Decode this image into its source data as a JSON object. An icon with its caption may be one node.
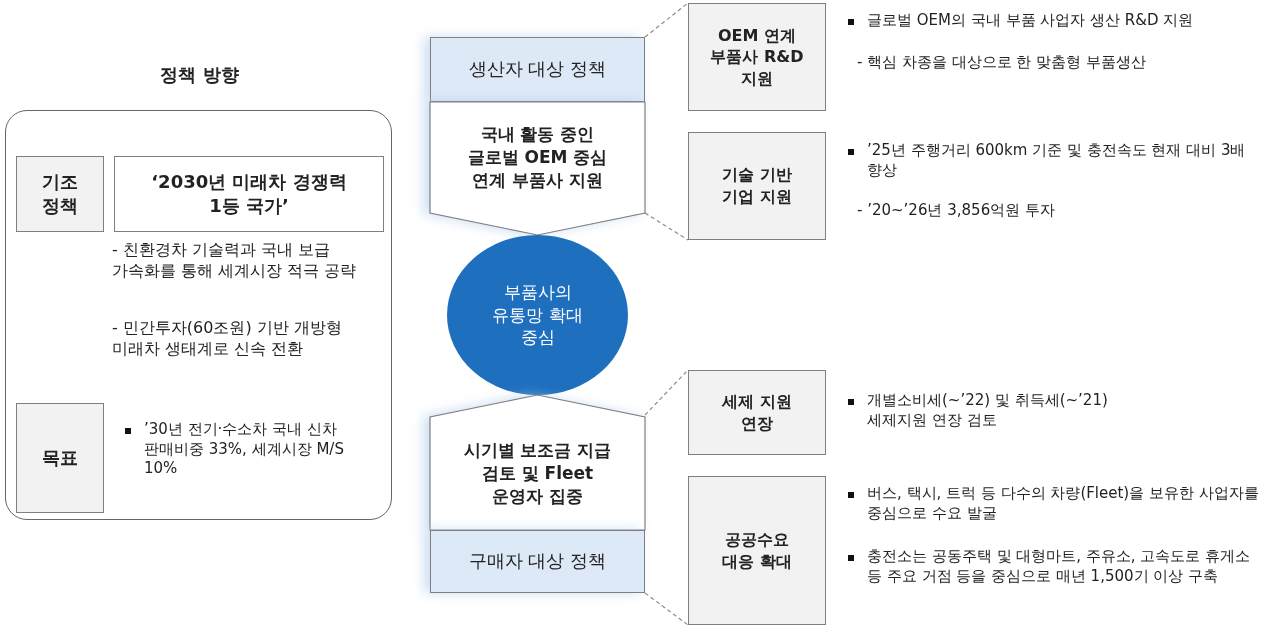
{
  "diagram": {
    "nodes": [
      {
        "text": [
          "정책 방향"
        ]
      },
      {
        "text": [
          "기조 정책"
        ],
        "in": 0
      },
      {
        "text": [
          "‘2030년 미래차 경쟁력 1등 국가’"
        ],
        "in": 0
      },
      {
        "text": [
          "목표"
        ],
        "in": 0,
        "beside": [
          "’30년 전기·수소차 국내 신차 판매비중 33%, 세계시장 M/S 10%"
        ]
      },
      {
        "text": [
          "생산자 대상 정책"
        ]
      },
      {
        "text": [
          "국내 활동 중인 글로벌 OEM 중심 연계 부품사 지원"
        ]
      },
      {
        "text": [
          "부품사의 유통망 확대 중심"
        ]
      },
      {
        "text": [
          "시기별 보조금 지급 검토 및 Fleet 운영자 집중"
        ]
      },
      {
        "text": [
          "구매자 대상 정책"
        ]
      },
      {
        "text": [
          "OEM 연계 부품사 R&D 지원"
        ],
        "beside": [
          "글로벌 OEM의 국내 부품 사업자 생산 R&D 지원",
          "- 핵심 차종을 대상으로 한 맞춤형 부품생산"
        ]
      },
      {
        "text": [
          "기술 기반 기업 지원"
        ],
        "beside": [
          "’25년 주행거리 600km 기준 및 충전속도 현재 대비 3배 향상",
          "- ’20~’26년 3,856억원 투자"
        ]
      },
      {
        "text": [
          "세제 지원 연장"
        ],
        "beside": [
          "개별소비세(~’22) 및 취득세(~’21) 세제지원 연장 검토"
        ]
      },
      {
        "text": [
          "공공수요 대응 확대"
        ],
        "beside": [
          "버스, 택시, 트럭 등 다수의 차량(Fleet)을 보유한 사업자를 중심으로 수요 발굴",
          "충전소는 공동주택 및 대형마트, 주유소, 고속도로 휴게소 등 주요 거점 등을 중심으로 매년 1,500기 이상 구축"
        ]
      }
    ],
    "edges": [
      {
        "from": 4,
        "to": 9,
        "arrow": "none",
        "style": "dashed"
      },
      {
        "from": 5,
        "to": 10,
        "arrow": "none",
        "style": "dashed"
      },
      {
        "from": 7,
        "to": 11,
        "arrow": "none",
        "style": "dashed"
      },
      {
        "from": 8,
        "to": 12,
        "arrow": "none",
        "style": "dashed"
      }
    ],
    "labels": [
      "- 친환경차 기술력과 국내 보급 가속화를 통해 세계시장 적극 공략",
      "- 민간투자(60조원) 기반 개방형 미래차 생태계로 신속 전환"
    ]
  }
}
